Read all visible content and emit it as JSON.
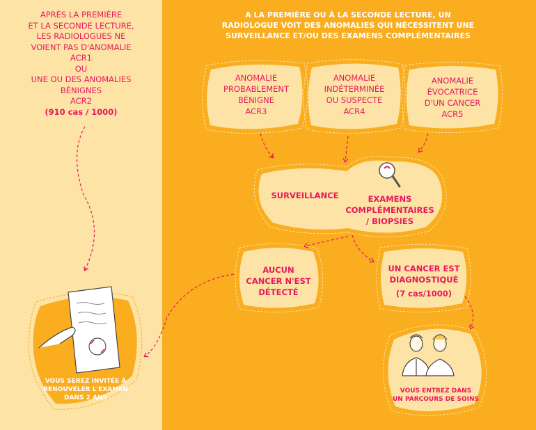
{
  "left": {
    "lines": [
      "APRÈS LA PREMIÈRE",
      "ET LA SECONDE LECTURE,",
      "LES RADIOLOGUES NE",
      "VOIENT PAS D'ANOMALIE",
      "ACR1",
      "OU",
      "UNE OU DES ANOMALIES",
      "BÉNIGNES",
      "ACR2"
    ],
    "count": "(910 cas / 1000)",
    "renew_lines": [
      "VOUS SEREZ INVITÉE À",
      "RENOUVELER L'EXAMEN",
      "DANS 2 ANS"
    ]
  },
  "top": {
    "lines": [
      "A LA PREMIÈRE OU À LA SECONDE LECTURE, UN",
      "RADIOLOGUE VOIT DES ANOMALIES QUI  NÉCESSITENT UNE",
      "SURVEILLANCE ET/OU DES EXAMENS COMPLÉMENTAIRES"
    ]
  },
  "acr3": [
    "ANOMALIE",
    "PROBABLEMENT",
    "BÉNIGNE",
    "ACR3"
  ],
  "acr4": [
    "ANOMALIE",
    "INDÉTERMINÉE",
    "OU SUSPECTE",
    "ACR4"
  ],
  "acr5": [
    "ANOMALIE",
    "ÉVOCATRICE",
    "D'UN CANCER",
    "ACR5"
  ],
  "surveillance": "SURVEILLANCE",
  "examens": [
    "EXAMENS",
    "COMPLÉMENTAIRES",
    "/ BIOPSIES"
  ],
  "aucun": [
    "AUCUN",
    "CANCER N'EST",
    "DÉTECTÉ"
  ],
  "cancer": [
    "UN CANCER EST",
    "DIAGNOSTIQUÉ"
  ],
  "cancer_count": "(7 cas/1000)",
  "parcours": [
    "VOUS ENTREZ DANS",
    "UN PARCOURS DE SOINS"
  ],
  "colors": {
    "left_bg": "#fde4a6",
    "right_bg": "#f9ad1f",
    "blob": "#fde4a6",
    "text": "#e8175d",
    "arrow": "#e8175d"
  }
}
